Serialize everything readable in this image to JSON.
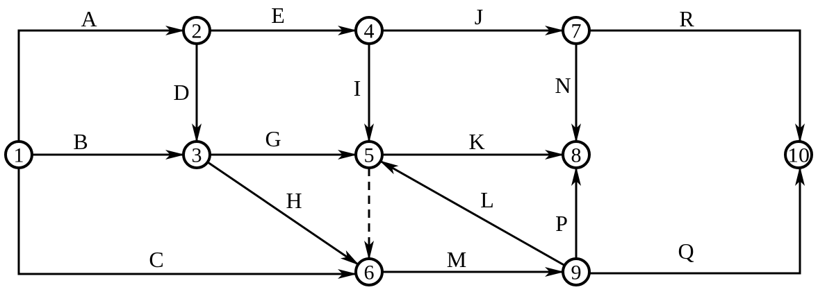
{
  "colors": {
    "stroke": "#000000",
    "fill": "#ffffff"
  },
  "nodes": [
    {
      "id": "1",
      "label": "1"
    },
    {
      "id": "2",
      "label": "2"
    },
    {
      "id": "3",
      "label": "3"
    },
    {
      "id": "4",
      "label": "4"
    },
    {
      "id": "5",
      "label": "5"
    },
    {
      "id": "6",
      "label": "6"
    },
    {
      "id": "7",
      "label": "7"
    },
    {
      "id": "8",
      "label": "8"
    },
    {
      "id": "9",
      "label": "9"
    },
    {
      "id": "10",
      "label": "10"
    }
  ],
  "edges": [
    {
      "from": "1",
      "to": "2",
      "label": "A",
      "dashed": false
    },
    {
      "from": "1",
      "to": "3",
      "label": "B",
      "dashed": false
    },
    {
      "from": "1",
      "to": "6",
      "label": "C",
      "dashed": false
    },
    {
      "from": "2",
      "to": "3",
      "label": "D",
      "dashed": false
    },
    {
      "from": "2",
      "to": "4",
      "label": "E",
      "dashed": false
    },
    {
      "from": "3",
      "to": "5",
      "label": "G",
      "dashed": false
    },
    {
      "from": "3",
      "to": "6",
      "label": "H",
      "dashed": false
    },
    {
      "from": "4",
      "to": "5",
      "label": "I",
      "dashed": false
    },
    {
      "from": "4",
      "to": "7",
      "label": "J",
      "dashed": false
    },
    {
      "from": "5",
      "to": "8",
      "label": "K",
      "dashed": false
    },
    {
      "from": "9",
      "to": "5",
      "label": "L",
      "dashed": false
    },
    {
      "from": "6",
      "to": "9",
      "label": "M",
      "dashed": false
    },
    {
      "from": "7",
      "to": "8",
      "label": "N",
      "dashed": false
    },
    {
      "from": "9",
      "to": "8",
      "label": "P",
      "dashed": false
    },
    {
      "from": "9",
      "to": "10",
      "label": "Q",
      "dashed": false
    },
    {
      "from": "7",
      "to": "10",
      "label": "R",
      "dashed": false
    },
    {
      "from": "5",
      "to": "6",
      "label": "",
      "dashed": true
    }
  ]
}
